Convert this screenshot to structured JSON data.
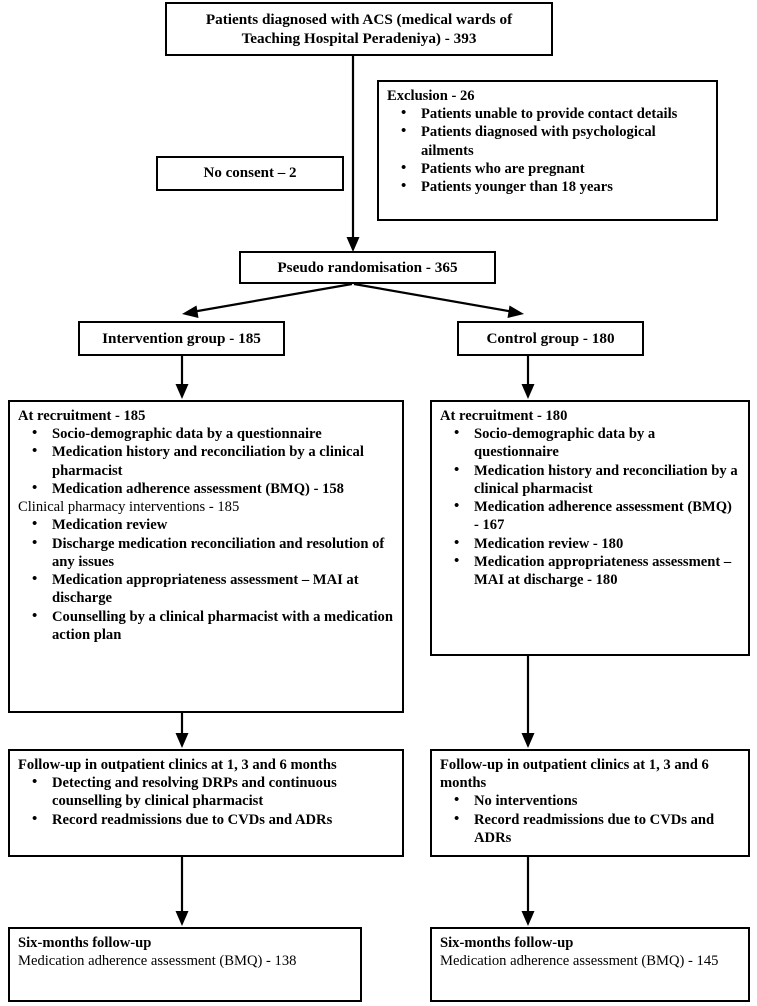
{
  "figure": {
    "type": "flowchart",
    "orientation": "top-down"
  },
  "nodes": {
    "enrollment": {
      "line1": "Patients diagnosed with ACS (medical wards of",
      "line2": "Teaching Hospital Peradeniya) - 393"
    },
    "no_consent": {
      "label": "No consent – 2"
    },
    "exclusion": {
      "header": "Exclusion - 26",
      "items": [
        "Patients unable to provide contact details",
        "Patients diagnosed with psychological ailments",
        "Patients who are pregnant",
        "Patients younger than 18 years"
      ]
    },
    "randomisation": {
      "label": "Pseudo randomisation - 365"
    },
    "intervention_group": {
      "label": "Intervention group - 185"
    },
    "control_group": {
      "label": "Control group - 180"
    },
    "intervention_recruitment": {
      "header": "At recruitment - 185",
      "items": [
        "Socio-demographic data by a questionnaire",
        "Medication history and reconciliation by a clinical pharmacist",
        "Medication adherence assessment (BMQ) - 158"
      ],
      "subheader": "Clinical pharmacy interventions - 185",
      "sub_items": [
        "Medication review",
        "Discharge medication reconciliation and resolution of any issues",
        "Medication appropriateness assessment – MAI at discharge",
        "Counselling by a clinical pharmacist with a medication action plan"
      ]
    },
    "control_recruitment": {
      "header": "At recruitment - 180",
      "items": [
        "Socio-demographic data by a questionnaire",
        "Medication history and reconciliation by a clinical pharmacist",
        "Medication adherence assessment (BMQ) - 167",
        "Medication review - 180",
        "Medication appropriateness assessment – MAI at discharge - 180"
      ]
    },
    "intervention_followup": {
      "header": "Follow-up in outpatient clinics at 1, 3 and 6 months",
      "items": [
        "Detecting and resolving DRPs and continuous counselling by clinical pharmacist",
        "Record readmissions due to CVDs and ADRs"
      ]
    },
    "control_followup": {
      "header": "Follow-up in outpatient clinics at 1, 3 and 6 months",
      "items": [
        "No interventions",
        "Record readmissions due to CVDs and ADRs"
      ]
    },
    "intervention_six_months": {
      "header": "Six-months follow-up",
      "body": "Medication adherence assessment (BMQ) - 138"
    },
    "control_six_months": {
      "header": "Six-months follow-up",
      "body": "Medication adherence assessment (BMQ) - 145"
    }
  },
  "colors": {
    "border": "#000000",
    "text": "#000000",
    "background": "#ffffff"
  }
}
